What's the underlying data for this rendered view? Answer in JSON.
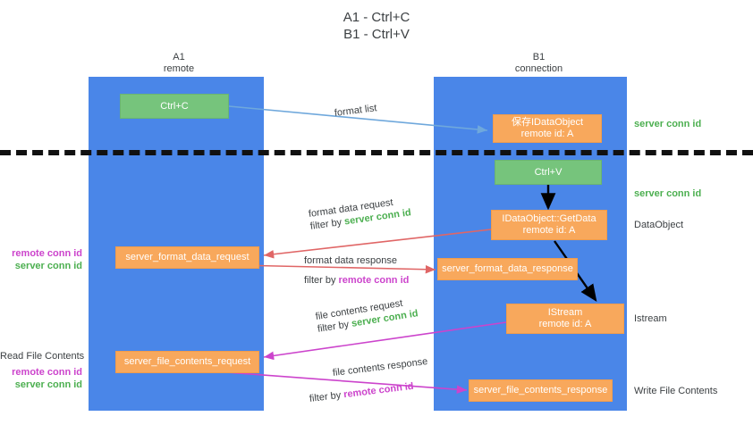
{
  "title": {
    "line1": "A1 - Ctrl+C",
    "line2": "B1 - Ctrl+V"
  },
  "columns": [
    {
      "name": "A1",
      "sub": "remote"
    },
    {
      "name": "B1",
      "sub": "connection"
    }
  ],
  "colors": {
    "lane": "#4a86e8",
    "green_box": "#76c47c",
    "orange_box": "#f8a85c",
    "server_conn_id": "#4caf50",
    "remote_conn_id": "#cc44cc",
    "arrow_blue": "#6fa8dc",
    "arrow_red": "#e06666",
    "arrow_magenta": "#cc44cc",
    "arrow_black": "#000000",
    "separator": "#111111",
    "text": "#3c4043"
  },
  "nodes": {
    "ctrl_c": {
      "line1": "Ctrl+C"
    },
    "ctrl_v": {
      "line1": "Ctrl+V"
    },
    "save_idataobject": {
      "line1": "保存IDataObject",
      "line2": "remote id: A"
    },
    "getdata": {
      "line1": "IDataObject::GetData",
      "line2": "remote id: A"
    },
    "istream": {
      "line1": "IStream",
      "line2": "remote id: A"
    },
    "format_data_request": {
      "line1": "server_format_data_request"
    },
    "format_data_response": {
      "line1": "server_format_data_response"
    },
    "file_contents_request": {
      "line1": "server_file_contents_request"
    },
    "file_contents_response": {
      "line1": "server_file_contents_response"
    }
  },
  "edges": {
    "format_list": {
      "label": "format list"
    },
    "format_data_request": {
      "label": "format data request",
      "filter_prefix": "filter by ",
      "filter_value": "server conn id"
    },
    "format_data_response": {
      "label": "format data response",
      "filter_prefix": "filter by ",
      "filter_value": "remote conn id"
    },
    "file_contents_request": {
      "label": "file contents request",
      "filter_prefix": "filter by ",
      "filter_value": "server conn id"
    },
    "file_contents_response": {
      "label": "file contents response",
      "filter_prefix": "filter by ",
      "filter_value": "remote conn id"
    }
  },
  "right_labels": {
    "server_conn_id_top": "server conn id",
    "server_conn_id_mid": "server conn id",
    "dataobject": "DataObject",
    "istream": "Istream",
    "write_file_contents": "Write File Contents"
  },
  "left_labels": {
    "remote_conn_id_1": "remote conn id",
    "server_conn_id_1": "server conn id",
    "read_file_contents": "Read File Contents",
    "remote_conn_id_2": "remote conn id",
    "server_conn_id_2": "server conn id"
  }
}
